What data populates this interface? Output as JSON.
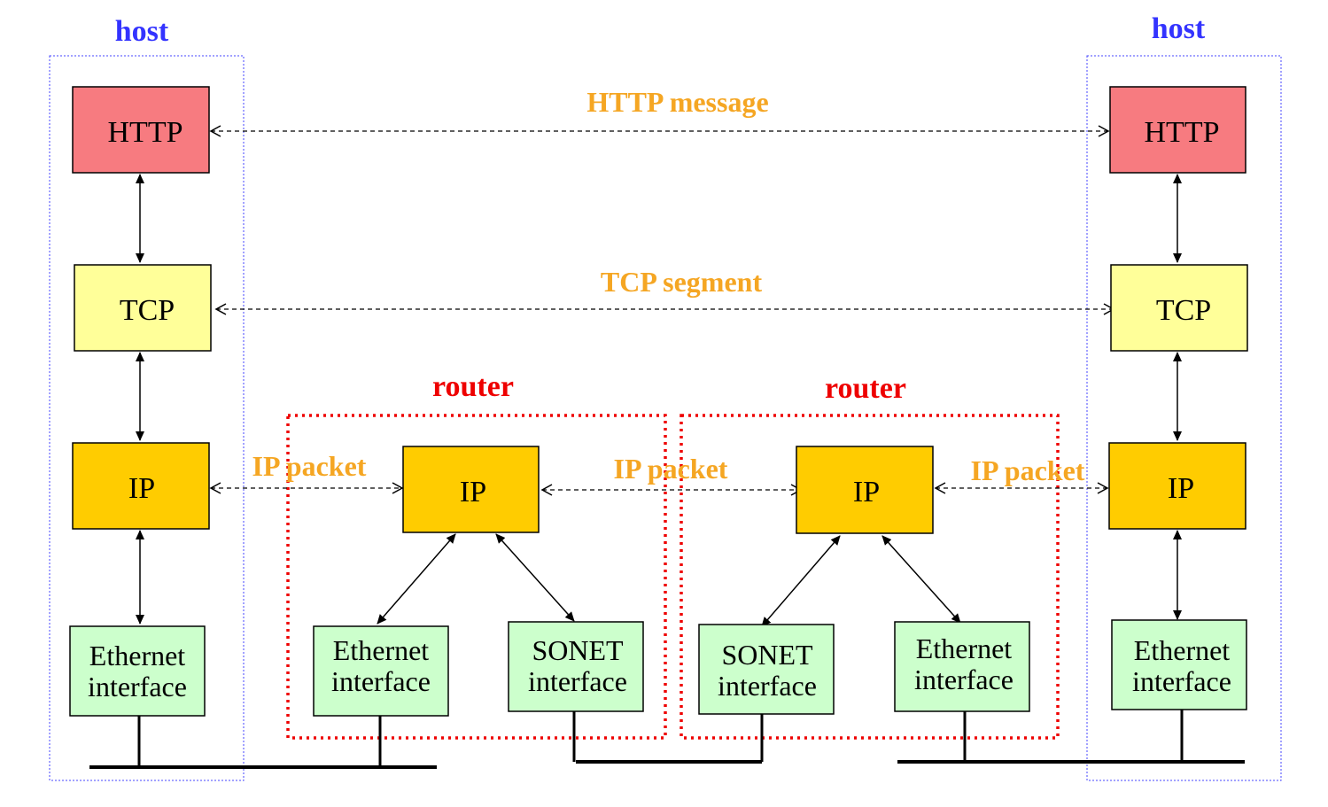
{
  "colors": {
    "http_box": "#f77b80",
    "tcp_box": "#ffff99",
    "ip_box": "#ffcc00",
    "iface_box": "#ccffcc",
    "host_label": "#3333ff",
    "router_label": "#ee0000",
    "message_label": "#f5a623",
    "router_border": "#ee0000",
    "host_border": "#4444ff"
  },
  "hosts": {
    "left": {
      "label": "host",
      "http": "HTTP",
      "tcp": "TCP",
      "ip": "IP",
      "iface_line1": "Ethernet",
      "iface_line2": "interface"
    },
    "right": {
      "label": "host",
      "http": "HTTP",
      "tcp": "TCP",
      "ip": "IP",
      "iface_line1": "Ethernet",
      "iface_line2": "interface"
    }
  },
  "routers": {
    "r1": {
      "label": "router",
      "ip": "IP",
      "iface_a_line1": "Ethernet",
      "iface_a_line2": "interface",
      "iface_b_line1": "SONET",
      "iface_b_line2": "interface"
    },
    "r2": {
      "label": "router",
      "ip": "IP",
      "iface_a_line1": "SONET",
      "iface_a_line2": "interface",
      "iface_b_line1": "Ethernet",
      "iface_b_line2": "interface"
    }
  },
  "messages": {
    "http": "HTTP message",
    "tcp": "TCP segment",
    "ip1": "IP packet",
    "ip2": "IP packet",
    "ip3": "IP packet"
  }
}
